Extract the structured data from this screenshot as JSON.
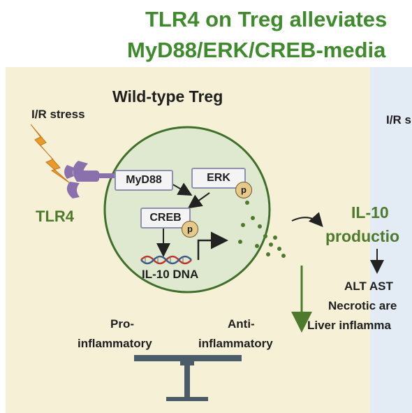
{
  "title": {
    "line1": "TLR4 on Treg alleviates",
    "line2": "MyD88/ERK/CREB-media"
  },
  "left_panel": {
    "heading": "Wild-type Treg",
    "stress_label": "I/R stress",
    "receptor_label": "TLR4",
    "nodes": {
      "myd88": "MyD88",
      "erk": "ERK",
      "creb": "CREB",
      "phospho": "p"
    },
    "dna_label": "IL-10 DNA",
    "production_line1": "IL-10",
    "production_line2": "productio",
    "outcomes": [
      "ALT AST",
      "Necrotic are",
      "Liver inflamma"
    ],
    "balance": {
      "left_line1": "Pro-",
      "left_line2": "inflammatory",
      "right_line1": "Anti-",
      "right_line2": "inflammatory"
    }
  },
  "right_panel": {
    "stress_label": "I/R s"
  },
  "colors": {
    "title_green": "#3e8a2c",
    "cell_fill": "#dfe9cf",
    "cell_border": "#3f6f2a",
    "receptor_purple": "#8a70ad",
    "lightning": "#e89a2a",
    "balance_slate": "#4a5c68",
    "left_bg": "#f6f1d6",
    "right_bg": "#e3ebf4"
  }
}
